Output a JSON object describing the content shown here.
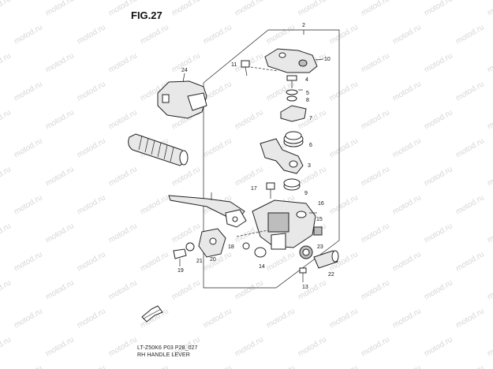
{
  "figure": {
    "title": "FIG.27",
    "caption_code": "LT-Z50K6 P03 P28_027",
    "caption_name": "RH HANDLE LEVER"
  },
  "watermark": "motod.ru",
  "callouts": [
    {
      "id": "c2",
      "label": "2"
    },
    {
      "id": "c10",
      "label": "10"
    },
    {
      "id": "c11",
      "label": "11"
    },
    {
      "id": "c4",
      "label": "4"
    },
    {
      "id": "c5",
      "label": "5"
    },
    {
      "id": "c8",
      "label": "8"
    },
    {
      "id": "c7",
      "label": "7"
    },
    {
      "id": "c6",
      "label": "6"
    },
    {
      "id": "c3",
      "label": "3"
    },
    {
      "id": "c9",
      "label": "9"
    },
    {
      "id": "c17",
      "label": "17"
    },
    {
      "id": "c24",
      "label": "24"
    },
    {
      "id": "c16",
      "label": "16"
    },
    {
      "id": "c15",
      "label": "15"
    },
    {
      "id": "c23",
      "label": "23"
    },
    {
      "id": "c18",
      "label": "18"
    },
    {
      "id": "c14",
      "label": "14"
    },
    {
      "id": "c21",
      "label": "21"
    },
    {
      "id": "c20",
      "label": "20"
    },
    {
      "id": "c19",
      "label": "19"
    },
    {
      "id": "c22",
      "label": "22"
    },
    {
      "id": "c13",
      "label": "13"
    }
  ]
}
